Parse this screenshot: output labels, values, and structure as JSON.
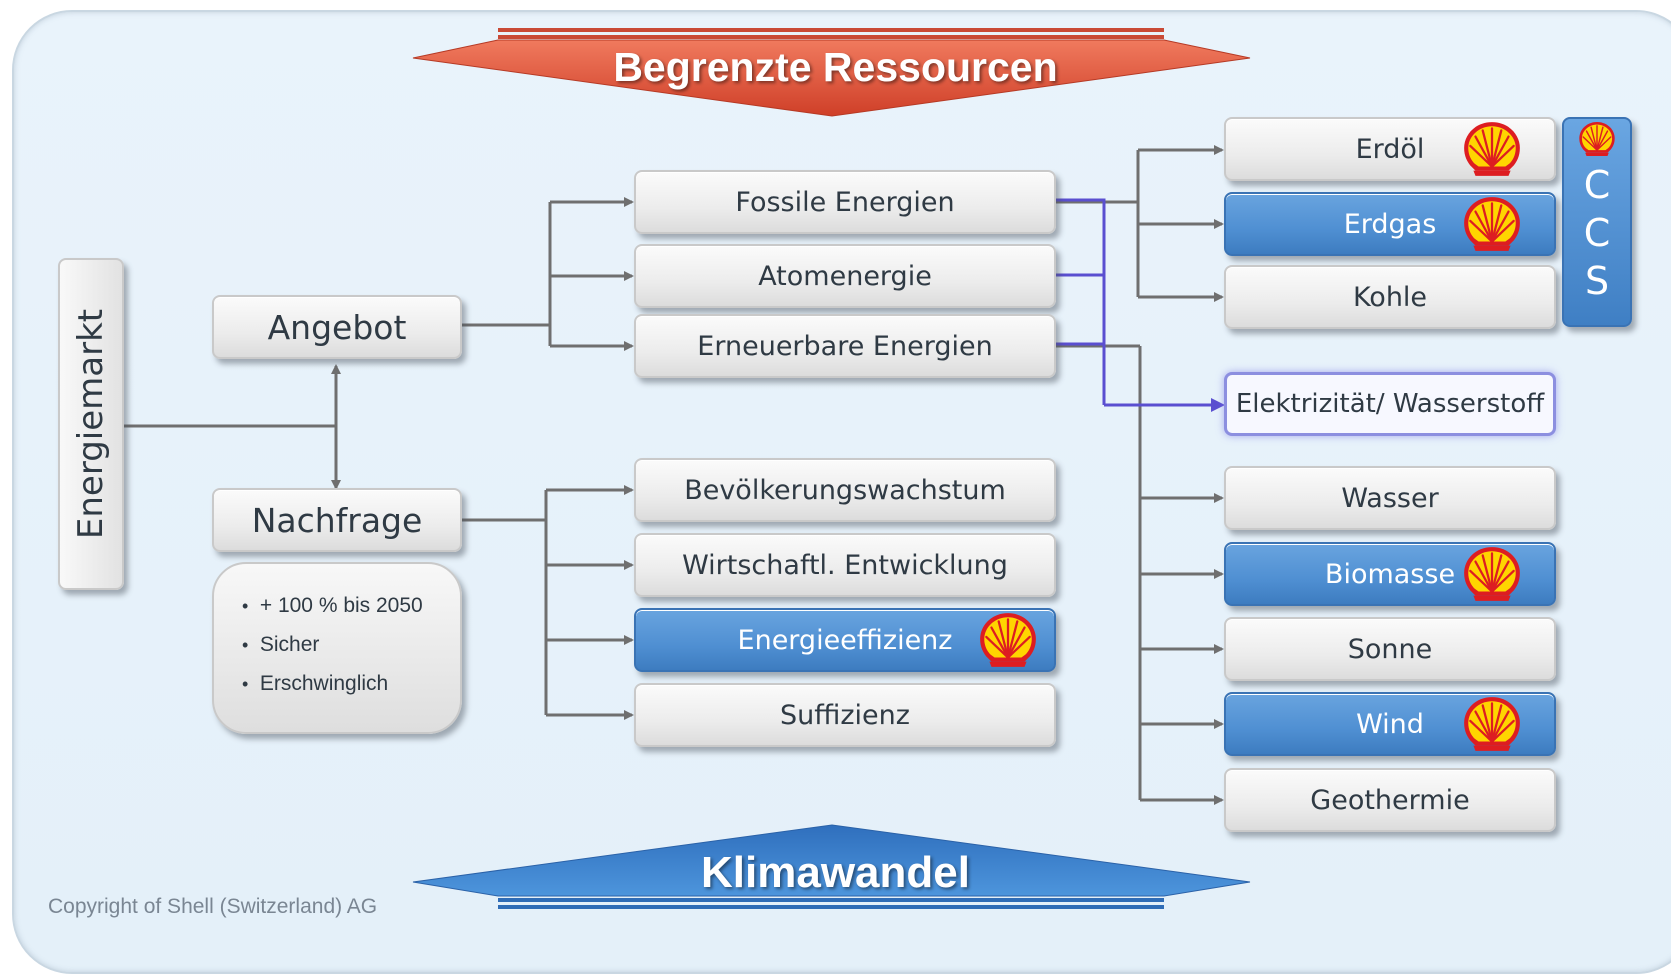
{
  "banners": {
    "top": "Begrenzte Ressourcen",
    "bottom": "Klimawandel"
  },
  "root": {
    "label": "Energiemarkt"
  },
  "angebot": {
    "label": "Angebot"
  },
  "nachfrage": {
    "label": "Nachfrage",
    "notes": [
      "+ 100 % bis 2050",
      "Sicher",
      "Erschwinglich"
    ]
  },
  "supply_sources": [
    {
      "label": "Fossile Energien",
      "highlighted": false
    },
    {
      "label": "Atomenergie",
      "highlighted": false
    },
    {
      "label": "Erneuerbare Energien",
      "highlighted": false
    }
  ],
  "demand_factors": [
    {
      "label": "Bevölkerungswachstum",
      "highlighted": false
    },
    {
      "label": "Wirtschaftl. Entwicklung",
      "highlighted": false
    },
    {
      "label": "Energieeffizienz",
      "highlighted": true
    },
    {
      "label": "Suffizienz",
      "highlighted": false
    }
  ],
  "fossil_types": [
    {
      "label": "Erdöl",
      "highlighted": false,
      "shell_logo": true
    },
    {
      "label": "Erdgas",
      "highlighted": true,
      "shell_logo": true
    },
    {
      "label": "Kohle",
      "highlighted": false,
      "shell_logo": false
    }
  ],
  "ccs": {
    "letters": [
      "C",
      "C",
      "S"
    ],
    "shell_logo": true
  },
  "carrier": {
    "label": "Elektrizität/ Wasserstoff"
  },
  "renewable_types": [
    {
      "label": "Wasser",
      "highlighted": false,
      "shell_logo": false
    },
    {
      "label": "Biomasse",
      "highlighted": true,
      "shell_logo": true
    },
    {
      "label": "Sonne",
      "highlighted": false,
      "shell_logo": false
    },
    {
      "label": "Wind",
      "highlighted": true,
      "shell_logo": true
    },
    {
      "label": "Geothermie",
      "highlighted": false,
      "shell_logo": false
    }
  ],
  "icons": {
    "logo": "shell-logo-icon",
    "bullet": "bullet-icon"
  },
  "colors": {
    "highlight_blue": "#4f8fd2",
    "banner_red": "#e2553c",
    "banner_blue": "#3b80cf",
    "connector_purple": "#5a4fd0"
  },
  "copyright": "Copyright of Shell (Switzerland) AG"
}
